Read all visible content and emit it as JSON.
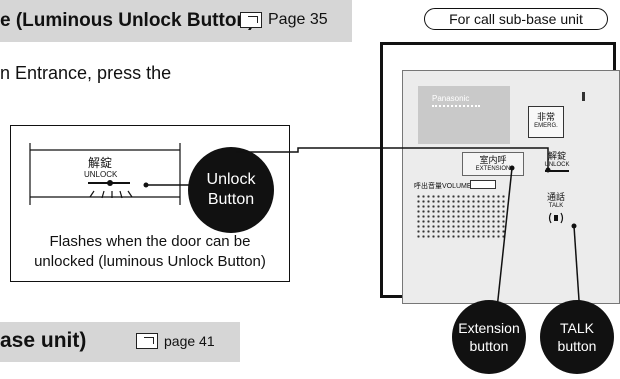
{
  "top_banner": {
    "text": "e (Luminous Unlock Button)",
    "page_ref": "Page 35"
  },
  "instruction_text": "n Entrance, press the",
  "unlock_box": {
    "jp_label": "解錠",
    "en_label": "UNLOCK",
    "bubble_line1": "Unlock",
    "bubble_line2": "Button",
    "caption_line1": "Flashes when the door can be",
    "caption_line2": "unlocked (luminous Unlock Button)"
  },
  "bottom_banner": {
    "text": "ase unit)",
    "page_ref": "page 41"
  },
  "panel": {
    "header": "For call sub-base unit",
    "brand": "Panasonic",
    "emerg_jp": "非常",
    "emerg_en": "EMERG.",
    "ext_jp": "室内呼",
    "ext_en": "EXTENSION",
    "unlock_jp": "解錠",
    "unlock_en": "UNLOCK",
    "volume_jp": "呼出音量",
    "volume_en": "VOLUME",
    "talk_jp": "通話",
    "talk_en": "TALK"
  },
  "ext_bubble": {
    "line1": "Extension",
    "line2": "button"
  },
  "talk_bubble": {
    "line1": "TALK",
    "line2": "button"
  }
}
